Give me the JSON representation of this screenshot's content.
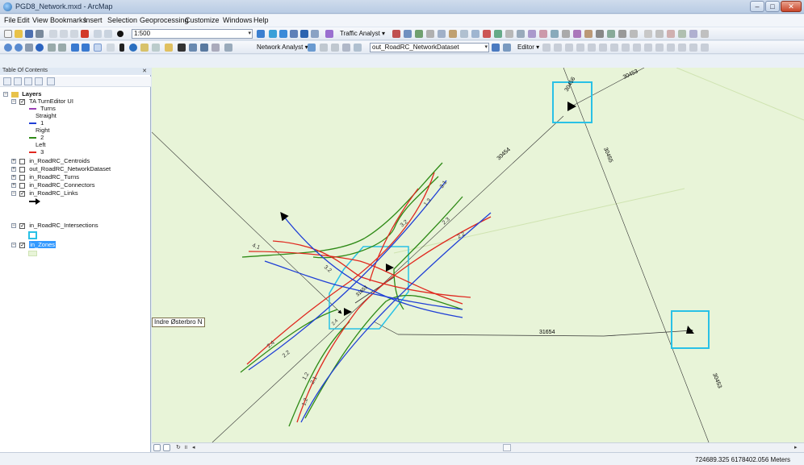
{
  "window": {
    "title": "PGD8_Network.mxd - ArcMap",
    "minimize": "–",
    "maximize": "□",
    "close": "✕"
  },
  "menu": [
    "File",
    "Edit",
    "View",
    "Bookmarks",
    "Insert",
    "Selection",
    "Geoprocessing",
    "Customize",
    "Windows",
    "Help"
  ],
  "toolbar1": {
    "scale": "1:500",
    "traffic_analyst": "Traffic Analyst ▾"
  },
  "toolbar2": {
    "network_analyst": "Network Analyst ▾",
    "network_dataset": "out_RoadRC_NetworkDataset",
    "editor": "Editor ▾"
  },
  "toc": {
    "title": "Table Of Contents",
    "close": "✕",
    "layers": "Layers",
    "turn_editor": "TA TurnEditor UI",
    "turns": "Turns",
    "straight": "Straight",
    "one": "1",
    "right": "Right",
    "two": "2",
    "left": "Left",
    "three": "3",
    "centroids": "in_RoadRC_Centroids",
    "network_dataset": "out_RoadRC_NetworkDataset",
    "turns_layer": "in_RoadRC_Turns",
    "connectors": "in_RoadRC_Connectors",
    "links": "in_RoadRC_Links",
    "intersections": "in_RoadRC_Intersections",
    "zones": "in_Zones"
  },
  "map": {
    "tooltip": "Indre Østerbro N",
    "link_labels": [
      "30456",
      "30453",
      "30454",
      "30455",
      "30453",
      "31654",
      "31653"
    ],
    "turn_labels": [
      "3.1",
      "1.3",
      "3.2",
      "2.3",
      "2.2",
      "3.2",
      "4.1",
      "2.4",
      "2.2",
      "1.2",
      "2.1",
      "1.2",
      "2.4"
    ]
  },
  "status": {
    "coords": "724689.325  6178402.056 Meters"
  },
  "colors": {
    "straight": "#1f3fd6",
    "right": "#2e8a16",
    "left": "#e0281f",
    "zone": "#29c1e6",
    "map_bg": "#e8f4d8"
  }
}
